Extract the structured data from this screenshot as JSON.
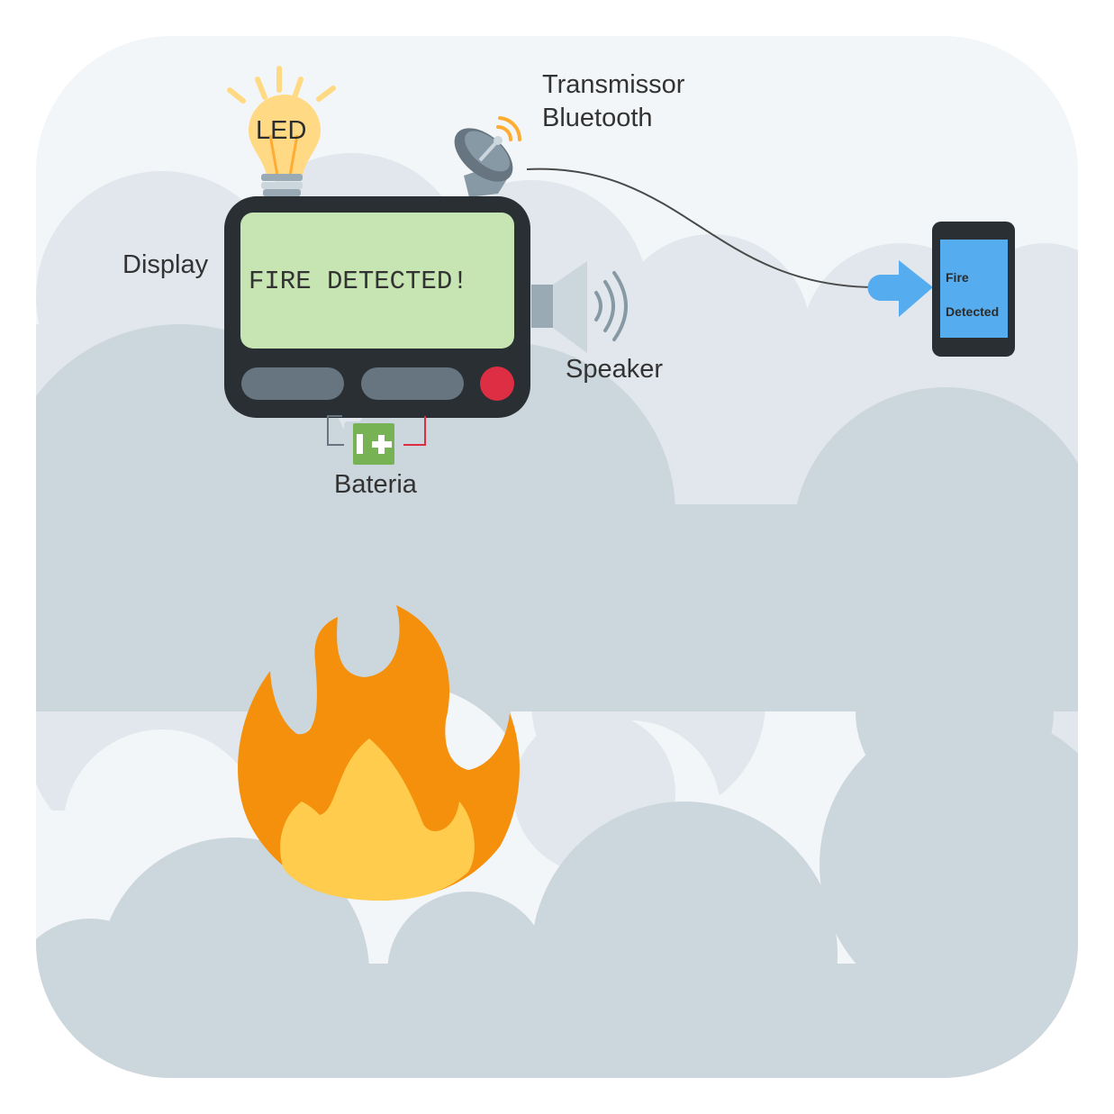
{
  "labels": {
    "led": "LED",
    "transmitter": "Transmissor\nBluetooth",
    "transmitter_line1": "Transmissor",
    "transmitter_line2": "Bluetooth",
    "display": "Display",
    "speaker": "Speaker",
    "battery": "Bateria"
  },
  "pager": {
    "screen_text": "FIRE DETECTED!"
  },
  "phone": {
    "screen_line1": "Fire",
    "screen_line2": "Detected"
  },
  "icons": [
    "lightbulb-icon",
    "satellite-dish-icon",
    "speaker-icon",
    "battery-icon",
    "smartphone-icon",
    "arrow-right-icon",
    "fire-icon",
    "smoke-cloud-icon"
  ],
  "colors": {
    "background_panel": "#f3f6f8",
    "smoke_light": "#e1e7ec",
    "smoke_dark": "#ccd6dd",
    "pager_body": "#292f33",
    "pager_screen": "#c6e5b3",
    "pager_button": "#66757f",
    "alarm_button": "#dd2e44",
    "phone_screen": "#55acee",
    "fire_outer": "#f4900c",
    "fire_inner": "#ffcc4d",
    "battery_green": "#77b255",
    "connector": "#4a4a4a"
  }
}
